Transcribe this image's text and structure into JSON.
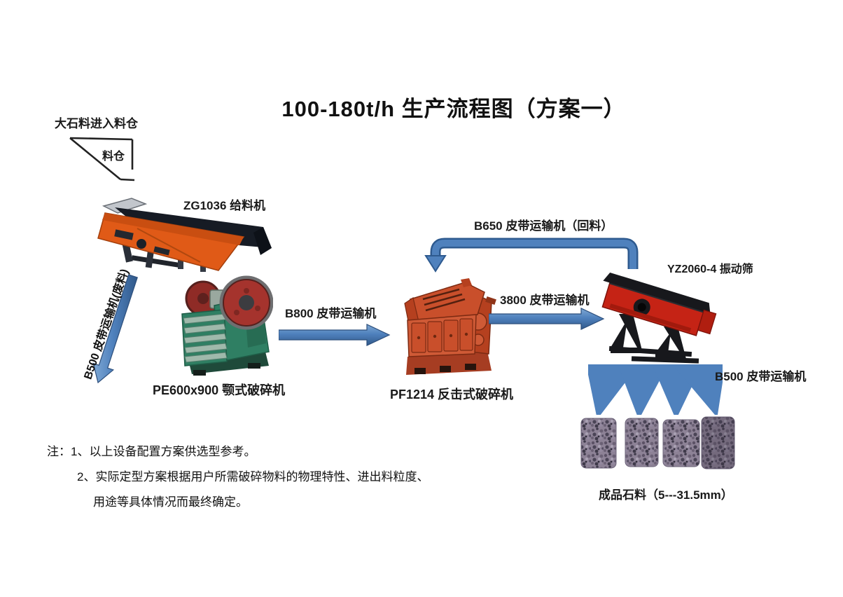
{
  "title": "100-180t/h 生产流程图（方案一）",
  "hopper": {
    "intake_label": "大石料进入料仓",
    "bin_label": "料仓"
  },
  "machines": {
    "feeder": {
      "label": "ZG1036 给料机"
    },
    "jaw_crusher": {
      "label": "PE600x900 颚式破碎机"
    },
    "impact_crusher": {
      "label": "PF1214 反击式破碎机"
    },
    "vibrating_screen": {
      "label": "YZ2060-4 振动筛"
    }
  },
  "belts": {
    "waste_belt": {
      "label": "B500 皮带运输机(废料)"
    },
    "b800_belt": {
      "label": "B800 皮带运输机"
    },
    "screen_feed_belt": {
      "label": "3800 皮带运输机"
    },
    "return_belt": {
      "label": "B650 皮带运输机（回料）"
    },
    "product_belt": {
      "label": "B500 皮带运输机"
    }
  },
  "product": {
    "caption": "成品石料（5---31.5mm）"
  },
  "notes": {
    "line1": "注：1、以上设备配置方案供选型参考。",
    "line2": "2、实际定型方案根据用户所需破碎物料的物理特性、进出料粒度、",
    "line3": "用途等具体情况而最终确定。"
  },
  "colors": {
    "arrow_blue": "#4f81bd",
    "arrow_blue_dark": "#2e5a8f",
    "arrow_blue_light": "#7fa8d4",
    "feeder_orange": "#e05a17",
    "jaw_green": "#2f7f63",
    "flywheel_red": "#a5332d",
    "impact_orange_red": "#c94f2b",
    "screen_red": "#c52315",
    "gravel_purple_gray": "#8d8296",
    "text": "#1a1a1a"
  }
}
